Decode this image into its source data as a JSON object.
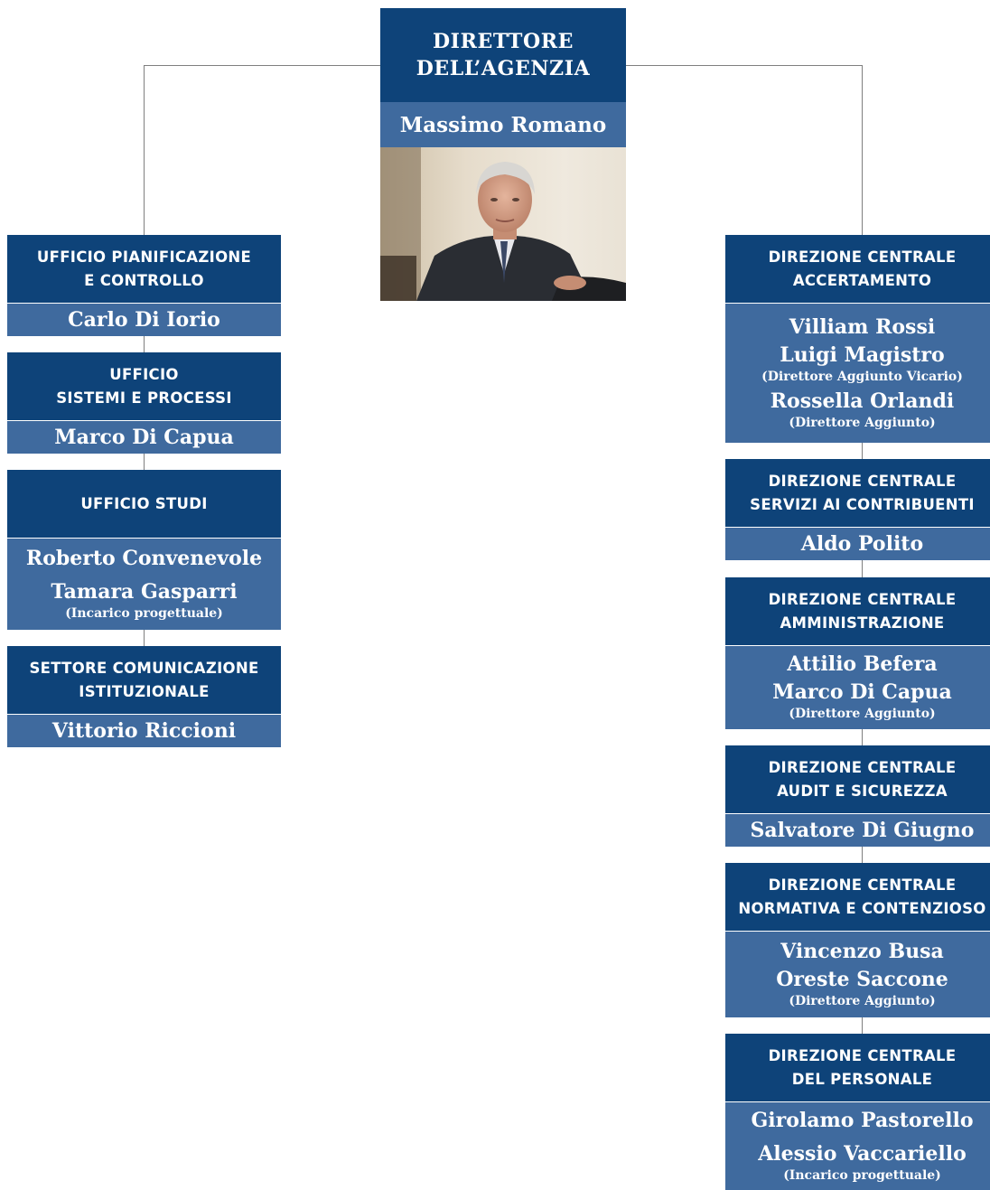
{
  "director": {
    "title_line1": "DIRETTORE",
    "title_line2": "DELL’AGENZIA",
    "name": "Massimo Romano",
    "photo_icon": "person-portrait-icon"
  },
  "left_offices": [
    {
      "title_line1": "UFFICIO PIANIFICAZIONE",
      "title_line2": "E CONTROLLO",
      "name1": "Carlo Di Iorio"
    },
    {
      "title_line1": "UFFICIO",
      "title_line2": "SISTEMI E PROCESSI",
      "name1": "Marco Di Capua"
    },
    {
      "title_line1": "UFFICIO STUDI",
      "name1": "Roberto Convenevole",
      "name2": "Tamara Gasparri",
      "note2": "(Incarico progettuale)"
    },
    {
      "title_line1": "SETTORE COMUNICAZIONE",
      "title_line2": "ISTITUZIONALE",
      "name1": "Vittorio Riccioni"
    }
  ],
  "right_offices": [
    {
      "title_line1": "DIREZIONE CENTRALE",
      "title_line2": "ACCERTAMENTO",
      "name1": "Villiam Rossi",
      "name2": "Luigi Magistro",
      "note2": "(Direttore Aggiunto Vicario)",
      "name3": "Rossella Orlandi",
      "note3": "(Direttore Aggiunto)"
    },
    {
      "title_line1": "DIREZIONE CENTRALE",
      "title_line2": "SERVIZI AI CONTRIBUENTI",
      "name1": "Aldo Polito"
    },
    {
      "title_line1": "DIREZIONE CENTRALE",
      "title_line2": "AMMINISTRAZIONE",
      "name1": "Attilio Befera",
      "name2": "Marco Di Capua",
      "note2": "(Direttore Aggiunto)"
    },
    {
      "title_line1": "DIREZIONE CENTRALE",
      "title_line2": "AUDIT E SICUREZZA",
      "name1": "Salvatore Di Giugno"
    },
    {
      "title_line1": "DIREZIONE CENTRALE",
      "title_line2": "NORMATIVA E CONTENZIOSO",
      "name1": "Vincenzo Busa",
      "name2": "Oreste Saccone",
      "note2": "(Direttore Aggiunto)"
    },
    {
      "title_line1": "DIREZIONE CENTRALE",
      "title_line2": "DEL PERSONALE",
      "name1": "Girolamo Pastorello",
      "name2": "Alessio Vaccariello",
      "note2": "(Incarico progettuale)"
    }
  ],
  "colors": {
    "header": "#0e4379",
    "names": "#3f6a9e",
    "connector": "#7f7f7f"
  }
}
